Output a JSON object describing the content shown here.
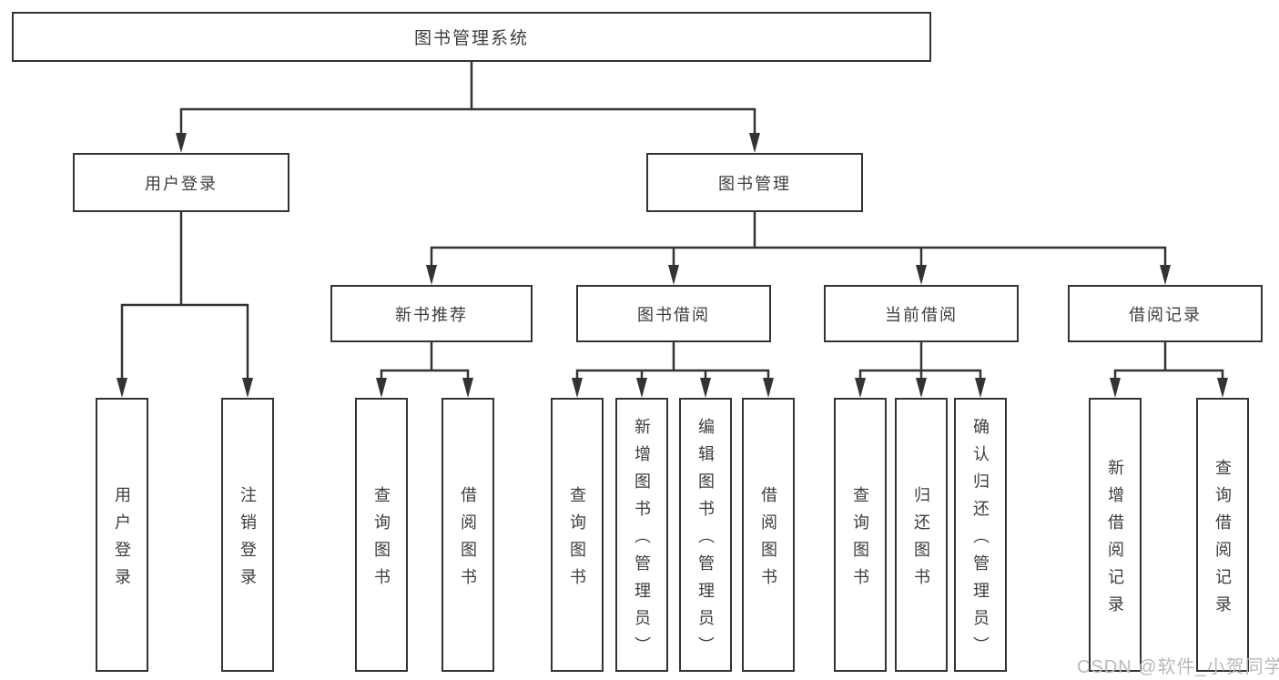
{
  "diagram": {
    "root": {
      "label": "图书管理系统"
    },
    "level2": [
      {
        "label": "用户登录"
      },
      {
        "label": "图书管理"
      }
    ],
    "level3": [
      {
        "label": "新书推荐"
      },
      {
        "label": "图书借阅"
      },
      {
        "label": "当前借阅"
      },
      {
        "label": "借阅记录"
      }
    ],
    "leaves": {
      "user_login": [
        "用户登录",
        "注销登录"
      ],
      "new_book_recommend": [
        "查询图书",
        "借阅图书"
      ],
      "book_borrow": [
        "查询图书",
        "新增图书（管理员）",
        "编辑图书（管理员）",
        "借阅图书"
      ],
      "current_borrow": [
        "查询图书",
        "归还图书",
        "确认归还（管理员）"
      ],
      "borrow_records": [
        "新增借阅记录",
        "查询借阅记录"
      ]
    }
  },
  "watermark": {
    "text": "CSDN @软件_小贺同学"
  },
  "colors": {
    "line": "#333333",
    "text": "#3d3d3d",
    "watermark": "#b9b9b9",
    "background": "#ffffff"
  }
}
